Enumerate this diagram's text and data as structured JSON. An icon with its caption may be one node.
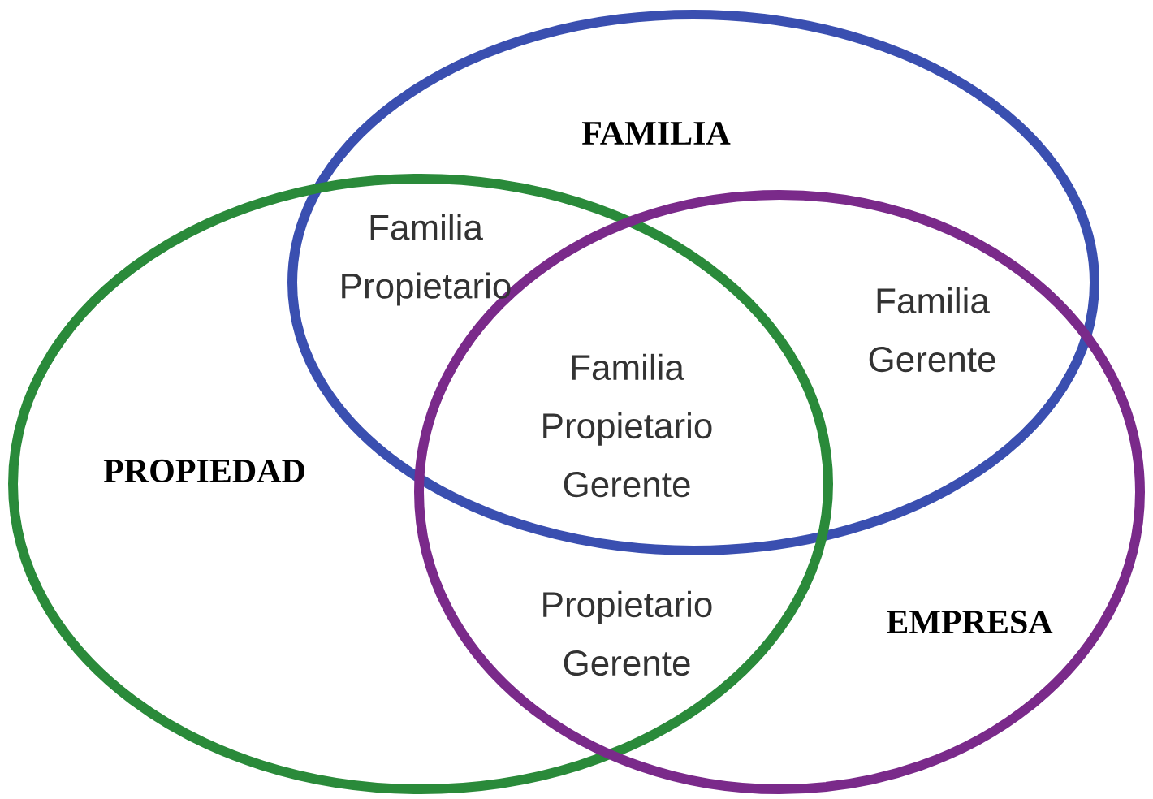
{
  "diagram": {
    "nodes": [
      {
        "text": [
          "FAMILIA"
        ]
      },
      {
        "text": [
          "PROPIEDAD"
        ]
      },
      {
        "text": [
          "EMPRESA"
        ]
      }
    ],
    "labels": [
      "Familia Propietario",
      "Familia Gerente",
      "Familia Propietario Gerente",
      "Propietario Gerente"
    ]
  }
}
